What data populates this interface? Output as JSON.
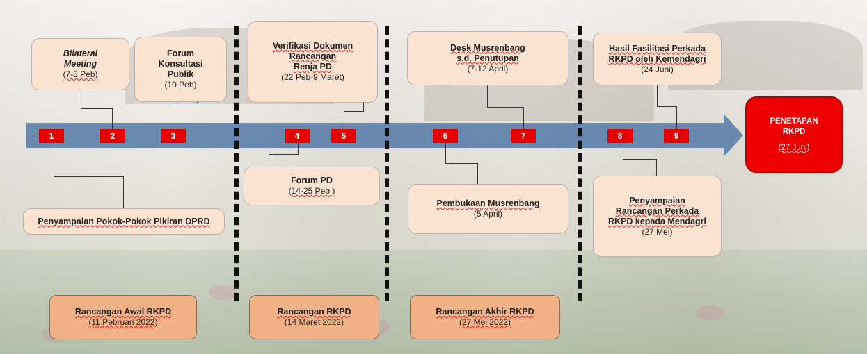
{
  "top_boxes": [
    {
      "lines": [
        "Bilateral",
        "Meeting",
        "(7-8 Peb)"
      ]
    },
    {
      "lines": [
        "Forum",
        "Konsultasi",
        "Publik",
        "(10 Peb)"
      ]
    },
    {
      "lines": [
        "Verifikasi Dokumen",
        "Rancangan",
        "Renja PD",
        "(22 Peb-9 Maret)"
      ]
    },
    {
      "lines": [
        "Desk Musrenbang",
        "s.d. Penutupan",
        "(7-12 April)"
      ]
    },
    {
      "lines": [
        "Hasil Fasilitasi Perkada",
        "RKPD oleh Kemendagri",
        "(24 Juni)"
      ]
    }
  ],
  "bottom_boxes": [
    {
      "lines": [
        "Penyampaian Pokok-Pokok Pikiran DPRD"
      ]
    },
    {
      "lines": [
        "Forum PD",
        "(14-25 Peb )"
      ]
    },
    {
      "lines": [
        "Pembukaan Musrenbang",
        "(5 April)"
      ]
    },
    {
      "lines": [
        "Penyampaian",
        "Rancangan Perkada",
        "RKPD kepada Mendagri",
        "(27 Mei)"
      ]
    }
  ],
  "markers": [
    "1",
    "2",
    "3",
    "4",
    "5",
    "6",
    "7",
    "8",
    "9"
  ],
  "stages": [
    {
      "lines": [
        "Rancangan Awal RKPD",
        "(11 Pebruari 2022)"
      ]
    },
    {
      "lines": [
        "Rancangan RKPD",
        "(14 Maret 2022)"
      ]
    },
    {
      "lines": [
        "Rancangan Akhir RKPD",
        "(27 Mei 2022)"
      ]
    }
  ],
  "final": {
    "lines": [
      "PENETAPAN",
      "RKPD",
      "(27 Juni)"
    ]
  },
  "colors": {
    "arrow": "#5b7ea8",
    "marker": "#e60000",
    "final": "#ee0000",
    "box": "#fbe3d2",
    "stage": "#f1b186"
  }
}
